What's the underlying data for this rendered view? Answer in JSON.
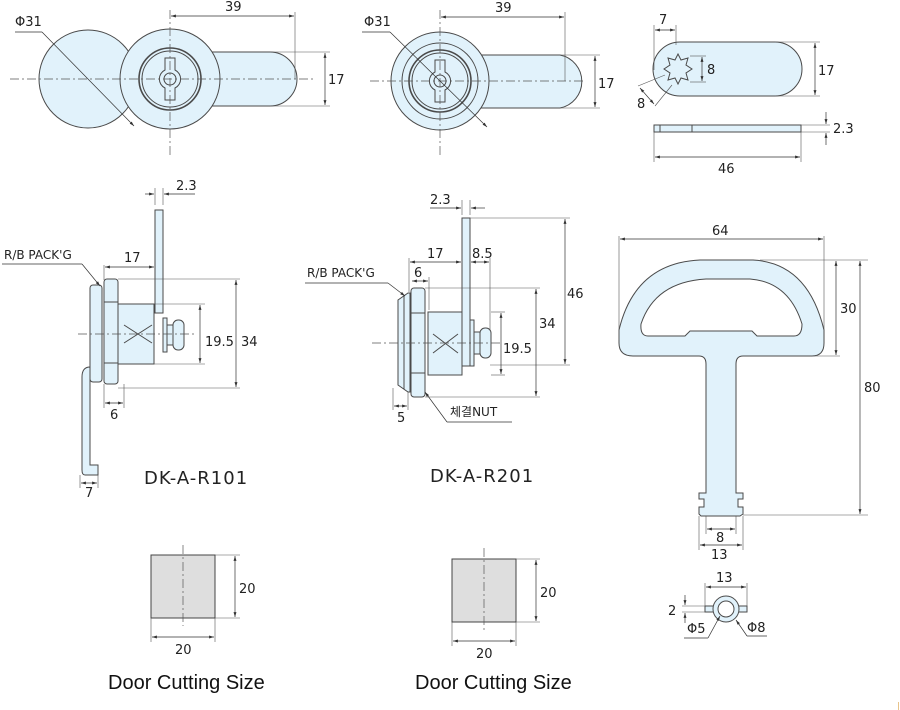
{
  "drawing": {
    "colors": {
      "part_fill": "#e1f2fb",
      "outline": "#4a4a4a",
      "cutout_fill": "#dedede"
    },
    "front_view_r101": {
      "diameter_label": "Φ31",
      "length_label": "39",
      "width_label": "17"
    },
    "front_view_r201": {
      "diameter_label": "Φ31",
      "length_label": "39",
      "width_label": "17"
    },
    "cam_plate": {
      "offset_label": "7",
      "hole_height_label": "8",
      "hole_diag_label": "8",
      "width_label": "17",
      "thickness_label": "2.3",
      "length_label": "46"
    },
    "side_view_r101": {
      "model": "DK-A-R101",
      "gasket_label": "R/B PACK'G",
      "cam_thickness_label": "2.3",
      "depth_label": "17",
      "body_label": "19.5",
      "flange_label": "34",
      "nut_label": "6",
      "hook_label": "7"
    },
    "side_view_r201": {
      "model": "DK-A-R201",
      "gasket_label": "R/B PACK'G",
      "cam_thickness_label": "2.3",
      "depth_label": "17",
      "offset_label": "8.5",
      "nut_width_label": "6",
      "height_label": "46",
      "flange_label": "34",
      "body_label": "19.5",
      "flange_thickness_label": "5",
      "nut_label": "체결NUT"
    },
    "key": {
      "width_label": "64",
      "handle_height_label": "30",
      "length_label": "80",
      "tip_inner_label": "8",
      "tip_outer_label": "13"
    },
    "key_section": {
      "width_label": "13",
      "thickness_label": "2",
      "inner_diameter_label": "Φ5",
      "outer_diameter_label": "Φ8"
    },
    "door_cutting_r101": {
      "height_label": "20",
      "width_label": "20",
      "caption": "Door Cutting Size"
    },
    "door_cutting_r201": {
      "height_label": "20",
      "width_label": "20",
      "caption": "Door Cutting Size"
    }
  }
}
